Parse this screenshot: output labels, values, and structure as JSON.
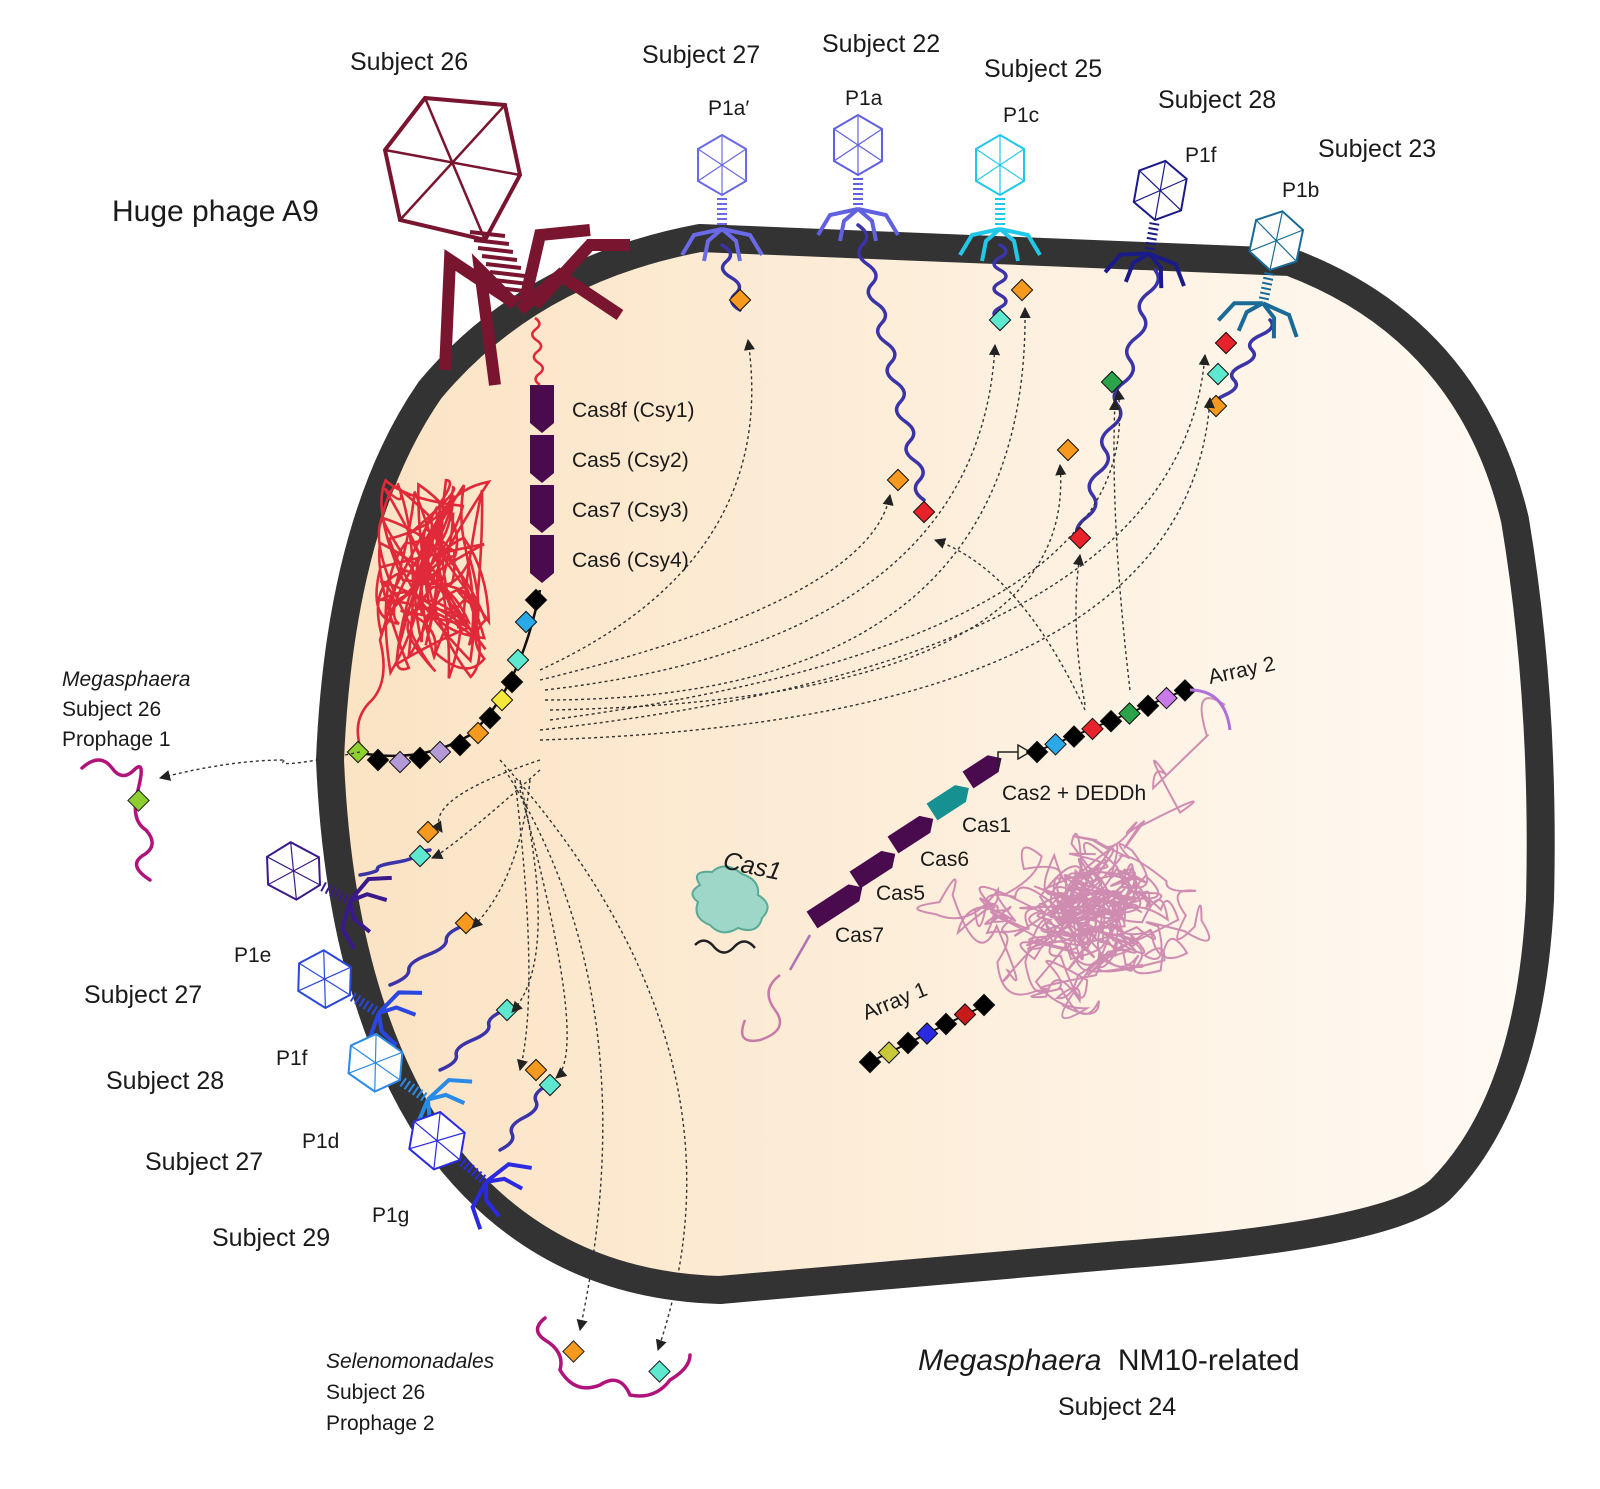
{
  "colors": {
    "cell_wall": "#333333",
    "cytoplasm_left": "#fbe3c3",
    "cytoplasm_right": "#fffaf4",
    "huge_phage": "#7a1530",
    "host_genome": "#c77aa8",
    "phage_genome": "#3b33a8",
    "cas_gene": "#4a0a4e",
    "cas1_gene": "#169090",
    "prophage": "#b0147a",
    "huge_phage_genome": "#e02a3a"
  },
  "labels": {
    "huge_phage": "Huge phage A9",
    "huge_phage_subject": "Subject 26",
    "prophage1_genus": "Megasphaera",
    "prophage1_subject": "Subject 26",
    "prophage1_name": "Prophage 1",
    "prophage2_order": "Selenomonadales",
    "prophage2_subject": "Subject 26",
    "prophage2_name": "Prophage 2",
    "host_genus": "Megasphaera",
    "host_suffix": "NM10-related",
    "host_subject": "Subject 24",
    "cas1_protein": "Cas1",
    "array1": "Array 1",
    "array2": "Array 2"
  },
  "huge_phage_cas": [
    {
      "label": "Cas8f (Csy1)"
    },
    {
      "label": "Cas5 (Csy2)"
    },
    {
      "label": "Cas7 (Csy3)"
    },
    {
      "label": "Cas6 (Csy4)"
    }
  ],
  "host_cas": [
    {
      "label": "Cas7",
      "color": "#4a0a4e"
    },
    {
      "label": "Cas5",
      "color": "#4a0a4e"
    },
    {
      "label": "Cas6",
      "color": "#4a0a4e"
    },
    {
      "label": "Cas1",
      "color": "#169090"
    },
    {
      "label": "Cas2 + DEDDh",
      "color": "#4a0a4e"
    }
  ],
  "top_phages": [
    {
      "subject": "Subject 27",
      "name": "P1a′",
      "color": "#6a6ae8"
    },
    {
      "subject": "Subject 22",
      "name": "P1a",
      "color": "#6060e0"
    },
    {
      "subject": "Subject 25",
      "name": "P1c",
      "color": "#22c8e8"
    },
    {
      "subject": "Subject 28",
      "name": "P1f",
      "color": "#1a1a88"
    },
    {
      "subject": "Subject 23",
      "name": "P1b",
      "color": "#1a6a98"
    }
  ],
  "left_phages": [
    {
      "subject": "Subject 27",
      "name": "P1e",
      "color": "#3a1a8a"
    },
    {
      "subject": "Subject 28",
      "name": "P1f",
      "color": "#2a48e0"
    },
    {
      "subject": "Subject 27",
      "name": "P1d",
      "color": "#2a8ae8"
    },
    {
      "subject": "Subject 29",
      "name": "P1g",
      "color": "#2a2ae0"
    }
  ]
}
